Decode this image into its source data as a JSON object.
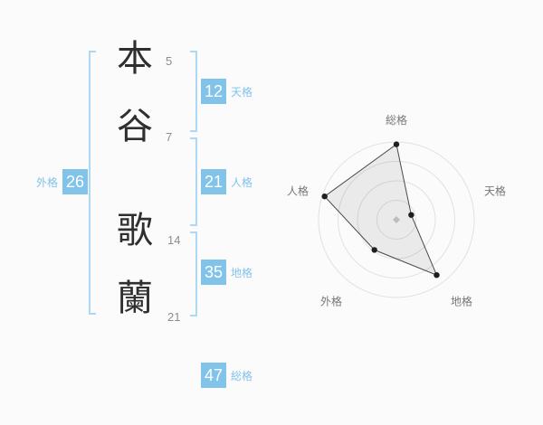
{
  "page": {
    "background": "#fbfbfb",
    "accent": "#82c3ea"
  },
  "name": {
    "characters": [
      {
        "char": "本",
        "strokes": "5"
      },
      {
        "char": "谷",
        "strokes": "7"
      },
      {
        "char": "歌",
        "strokes": "14"
      },
      {
        "char": "蘭",
        "strokes": "21"
      }
    ]
  },
  "badges": {
    "tenkaku": {
      "value": "12",
      "label": "天格"
    },
    "jinkaku": {
      "value": "21",
      "label": "人格"
    },
    "chikaku": {
      "value": "35",
      "label": "地格"
    },
    "gaikaku": {
      "value": "26",
      "label": "外格"
    },
    "soukaku": {
      "value": "47",
      "label": "総格"
    }
  },
  "chart_data": {
    "type": "radar",
    "axes": [
      "総格",
      "天格",
      "地格",
      "外格",
      "人格"
    ],
    "values": [
      97,
      20,
      88,
      48,
      97
    ],
    "max": 100,
    "rings": 4,
    "grid": "concentric-circles",
    "legend": "none",
    "visible_totals": {
      "総格": 47,
      "天格": 12,
      "地格": 35,
      "外格": 26,
      "人格": 21
    }
  }
}
